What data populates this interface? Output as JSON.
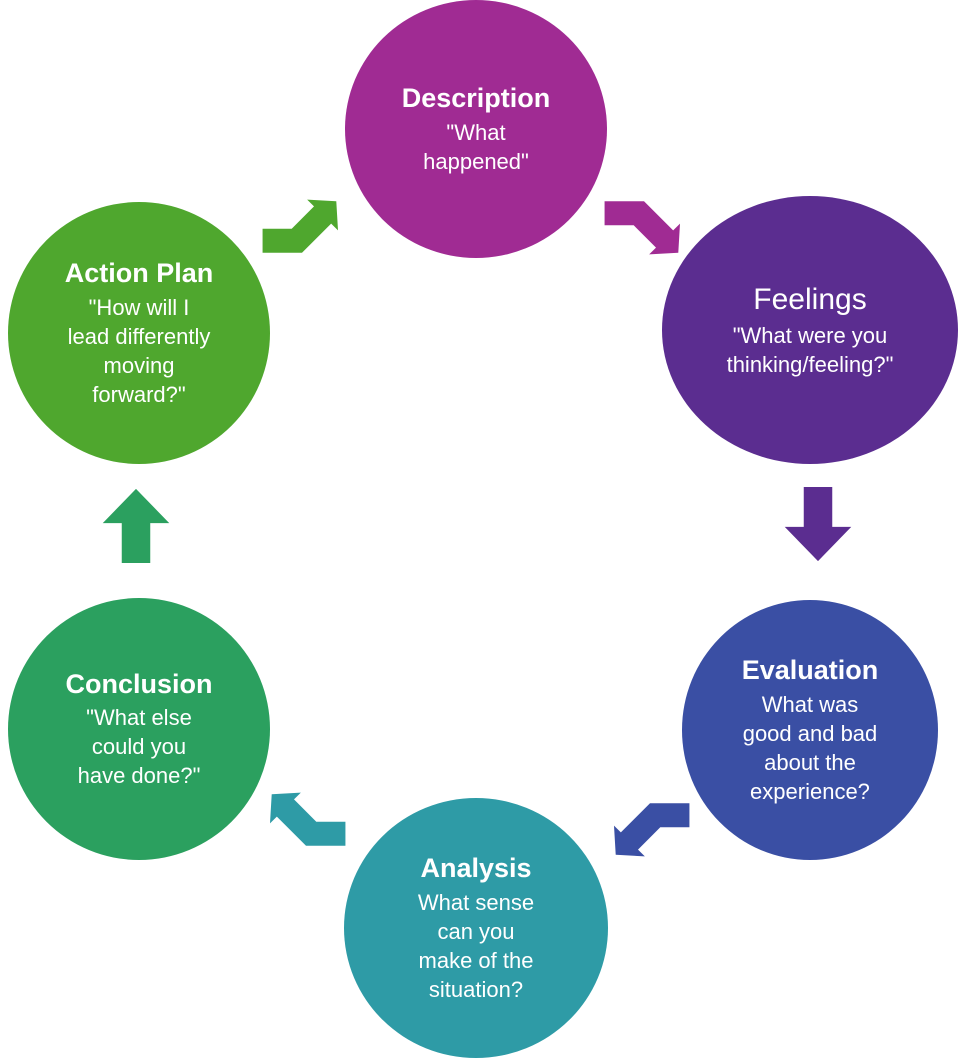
{
  "nodes": [
    {
      "id": "description",
      "title": "Description",
      "body": "\"What\nhappened\"",
      "color": "#A02B93"
    },
    {
      "id": "feelings",
      "title": "Feelings",
      "body": "\"What were you\nthinking/feeling?\"",
      "color": "#5B2D90"
    },
    {
      "id": "evaluation",
      "title": "Evaluation",
      "body": "What was\ngood and bad\nabout the\nexperience?",
      "color": "#3A4FA4"
    },
    {
      "id": "analysis",
      "title": "Analysis",
      "body": "What sense\ncan you\nmake of the\nsituation?",
      "color": "#2E9BA6"
    },
    {
      "id": "conclusion",
      "title": "Conclusion",
      "body": "\"What else\ncould you\nhave done?\"",
      "color": "#2BA05F"
    },
    {
      "id": "action_plan",
      "title": "Action Plan",
      "body": "\"How will I\nlead differently\nmoving\nforward?\"",
      "color": "#4FA72E"
    }
  ],
  "arrows": [
    {
      "id": "description-to-feelings",
      "from": "Description",
      "to": "Feelings",
      "direction": "down-right",
      "color": "#A02B93"
    },
    {
      "id": "feelings-to-evaluation",
      "from": "Feelings",
      "to": "Evaluation",
      "direction": "down",
      "color": "#5B2D90"
    },
    {
      "id": "evaluation-to-analysis",
      "from": "Evaluation",
      "to": "Analysis",
      "direction": "down-left",
      "color": "#3A4FA4"
    },
    {
      "id": "analysis-to-conclusion",
      "from": "Analysis",
      "to": "Conclusion",
      "direction": "up-left",
      "color": "#2E9BA6"
    },
    {
      "id": "conclusion-to-actionplan",
      "from": "Conclusion",
      "to": "Action Plan",
      "direction": "up",
      "color": "#2BA05F"
    },
    {
      "id": "actionplan-to-description",
      "from": "Action Plan",
      "to": "Description",
      "direction": "up-right",
      "color": "#4FA72E"
    }
  ]
}
